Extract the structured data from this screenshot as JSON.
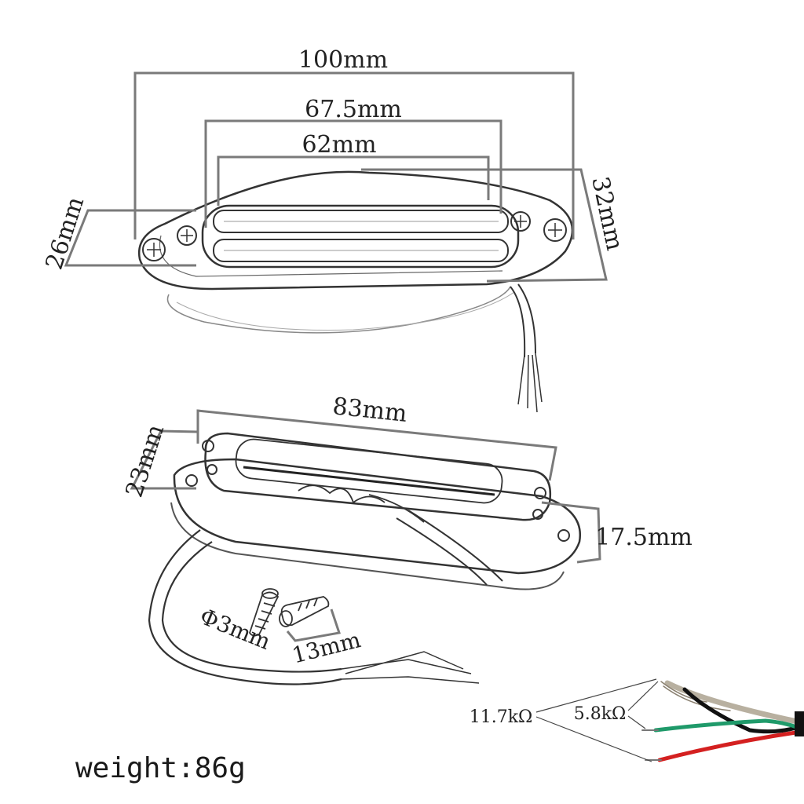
{
  "labels": {
    "top_length": "100mm",
    "cover_length": "67.5mm",
    "inner_length": "62mm",
    "height_left": "26mm",
    "height_right": "32mm",
    "bottom_length": "83mm",
    "bottom_height": "23mm",
    "bottom_width": "17.5mm",
    "screw_diameter": "Φ3mm",
    "screw_length": "13mm",
    "resistance_total": "11.7kΩ",
    "resistance_half": "5.8kΩ",
    "weight": "weight:86g"
  },
  "colors": {
    "dimension_line": "#7a7a7a",
    "wire_red": "#d42020",
    "wire_green": "#1f9a6a",
    "wire_black": "#111111",
    "wire_braid": "#b8b0a0"
  }
}
